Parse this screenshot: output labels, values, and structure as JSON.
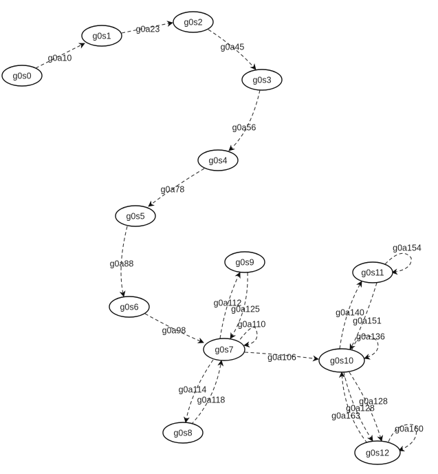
{
  "diagram": {
    "nodes": [
      {
        "id": "g0s0",
        "label": "g0s0"
      },
      {
        "id": "g0s1",
        "label": "g0s1"
      },
      {
        "id": "g0s2",
        "label": "g0s2"
      },
      {
        "id": "g0s3",
        "label": "g0s3"
      },
      {
        "id": "g0s4",
        "label": "g0s4"
      },
      {
        "id": "g0s5",
        "label": "g0s5"
      },
      {
        "id": "g0s6",
        "label": "g0s6"
      },
      {
        "id": "g0s7",
        "label": "g0s7"
      },
      {
        "id": "g0s8",
        "label": "g0s8"
      },
      {
        "id": "g0s9",
        "label": "g0s9"
      },
      {
        "id": "g0s10",
        "label": "g0s10"
      },
      {
        "id": "g0s11",
        "label": "g0s11"
      },
      {
        "id": "g0s12",
        "label": "g0s12"
      }
    ],
    "edges": [
      {
        "from": "g0s0",
        "to": "g0s1",
        "label": "g0a10"
      },
      {
        "from": "g0s1",
        "to": "g0s2",
        "label": "g0a23"
      },
      {
        "from": "g0s2",
        "to": "g0s3",
        "label": "g0a45"
      },
      {
        "from": "g0s3",
        "to": "g0s4",
        "label": "g0a56"
      },
      {
        "from": "g0s4",
        "to": "g0s5",
        "label": "g0a78"
      },
      {
        "from": "g0s5",
        "to": "g0s6",
        "label": "g0a88"
      },
      {
        "from": "g0s6",
        "to": "g0s7",
        "label": "g0a98"
      },
      {
        "from": "g0s7",
        "to": "g0s9",
        "label": "g0a112"
      },
      {
        "from": "g0s9",
        "to": "g0s7",
        "label": "g0a125"
      },
      {
        "from": "g0s7",
        "to": "g0s7",
        "label": "g0a110"
      },
      {
        "from": "g0s7",
        "to": "g0s8",
        "label": "g0a114"
      },
      {
        "from": "g0s8",
        "to": "g0s7",
        "label": "g0a118"
      },
      {
        "from": "g0s7",
        "to": "g0s10",
        "label": "g0a106"
      },
      {
        "from": "g0s10",
        "to": "g0s11",
        "label": "g0a140"
      },
      {
        "from": "g0s11",
        "to": "g0s10",
        "label": "g0a151"
      },
      {
        "from": "g0s11",
        "to": "g0s11",
        "label": "g0a154"
      },
      {
        "from": "g0s10",
        "to": "g0s10",
        "label": "g0a136"
      },
      {
        "from": "g0s10",
        "to": "g0s12",
        "label": "g0a128"
      },
      {
        "from": "g0s10",
        "to": "g0s12",
        "label": "g0a128"
      },
      {
        "from": "g0s12",
        "to": "g0s10",
        "label": "g0a163"
      },
      {
        "from": "g0s12",
        "to": "g0s12",
        "label": "g0a160"
      }
    ]
  }
}
